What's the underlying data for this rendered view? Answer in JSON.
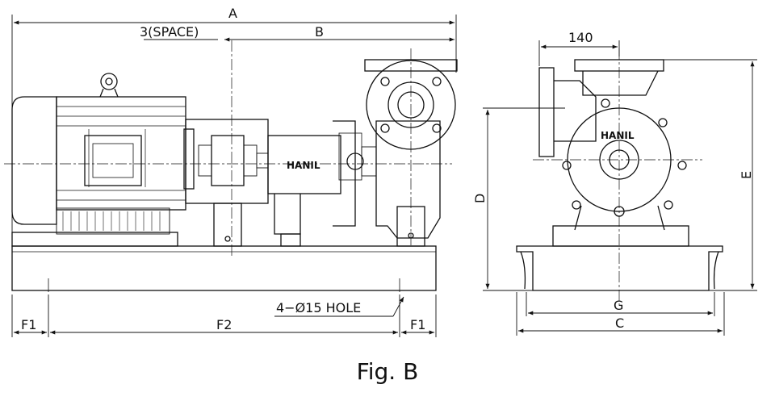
{
  "figure": {
    "caption": "Fig. B",
    "brand": "HANIL",
    "dimensions": {
      "A": "A",
      "B": "B",
      "space": "3(SPACE)",
      "width_140": "140",
      "C": "C",
      "D": "D",
      "E": "E",
      "G": "G",
      "F1_left": "F1",
      "F2": "F2",
      "F1_right": "F1",
      "hole_note": "4−Ø15 HOLE"
    }
  }
}
